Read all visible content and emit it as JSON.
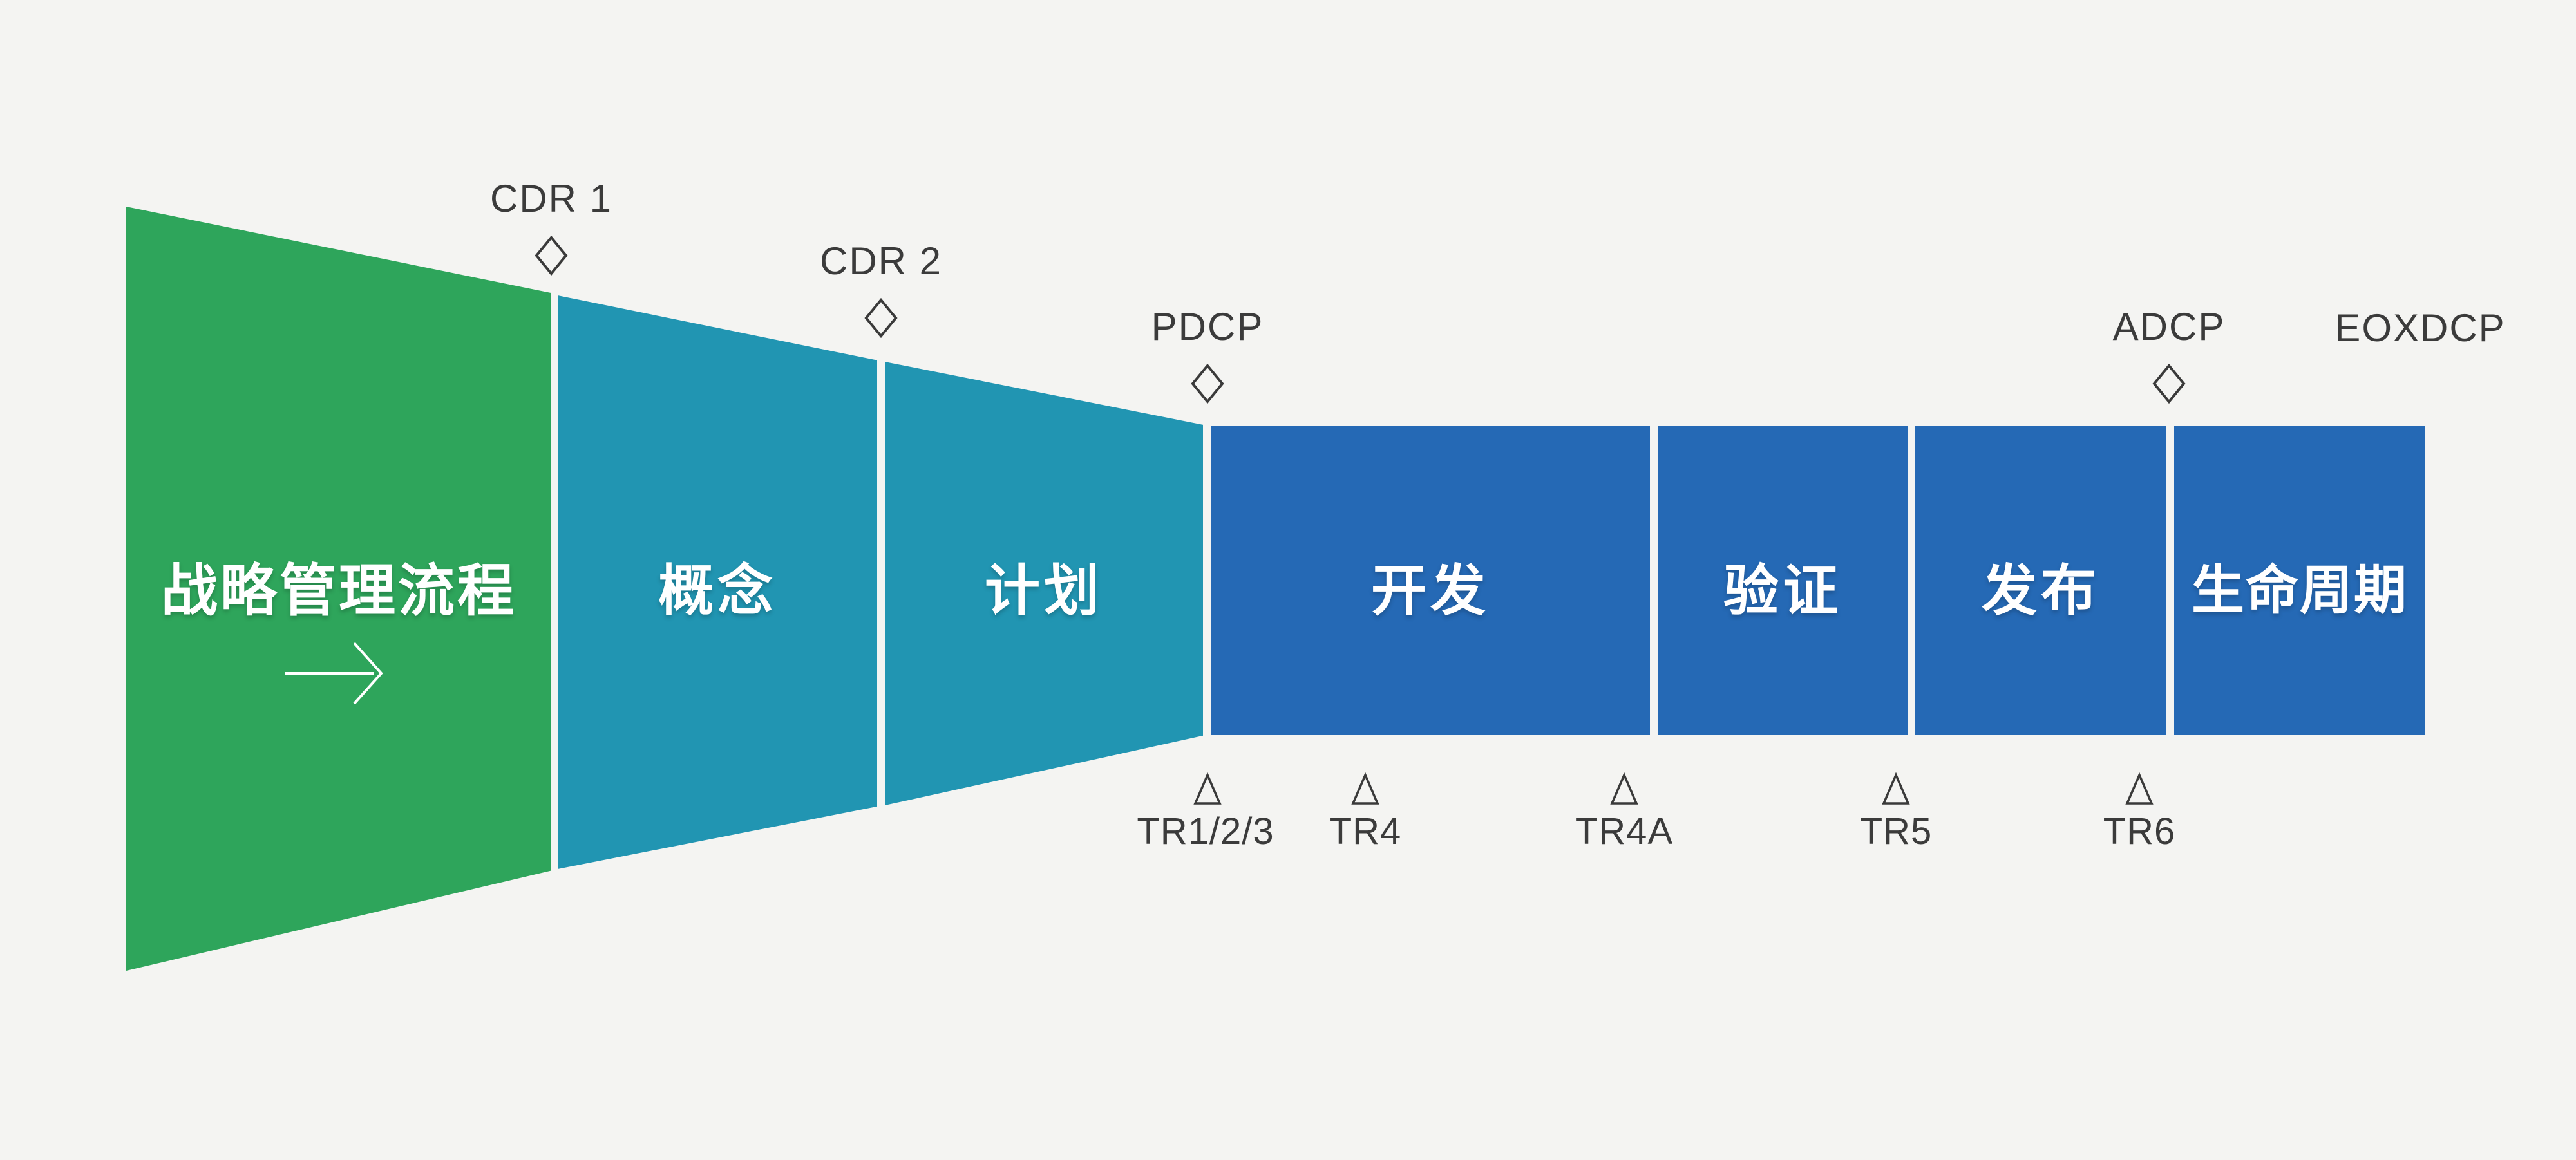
{
  "diagram": {
    "type": "process-funnel",
    "background_color": "#f4f4f2",
    "palette": {
      "strategy_green": "#2ea55b",
      "funnel_teal": "#2195b2",
      "execution_blue": "#2569b5",
      "marker_outline": "#3a3a3a",
      "annotation_text": "#3b3b3b",
      "stage_text": "#ffffff"
    },
    "stages": [
      {
        "id": "strategy",
        "label": "战略管理流程",
        "color": "#2ea55b",
        "has_arrow": true
      },
      {
        "id": "concept",
        "label": "概念",
        "color": "#2195b2"
      },
      {
        "id": "plan",
        "label": "计划",
        "color": "#2195b2"
      },
      {
        "id": "develop",
        "label": "开发",
        "color": "#2569b5"
      },
      {
        "id": "verify",
        "label": "验证",
        "color": "#2569b5"
      },
      {
        "id": "release",
        "label": "发布",
        "color": "#2569b5"
      },
      {
        "id": "lifecycle",
        "label": "生命周期",
        "color": "#2569b5"
      }
    ],
    "checkpoints": [
      {
        "label": "CDR 1",
        "marker": "diamond"
      },
      {
        "label": "CDR 2",
        "marker": "diamond"
      },
      {
        "label": "PDCP",
        "marker": "diamond"
      },
      {
        "label": "ADCP",
        "marker": "diamond"
      },
      {
        "label": "EOXDCP",
        "marker": "none"
      }
    ],
    "tech_reviews": [
      {
        "label": "TR1/2/3",
        "marker": "triangle"
      },
      {
        "label": "TR4",
        "marker": "triangle"
      },
      {
        "label": "TR4A",
        "marker": "triangle"
      },
      {
        "label": "TR5",
        "marker": "triangle"
      },
      {
        "label": "TR6",
        "marker": "triangle"
      }
    ]
  }
}
